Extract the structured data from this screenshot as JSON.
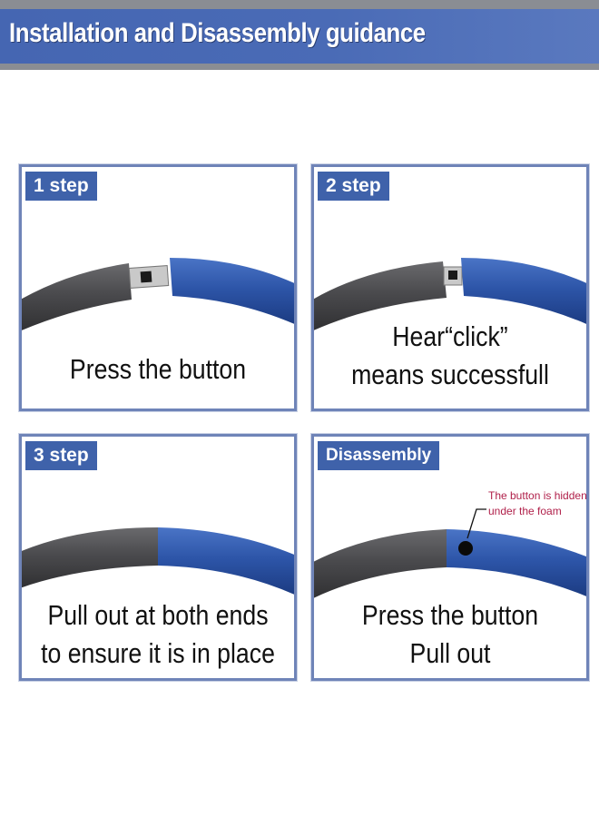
{
  "header": {
    "title": "Installation and Disassembly guidance",
    "colors": {
      "bar": "#4a6bb6",
      "strip": "#8a8d93"
    }
  },
  "panels": [
    {
      "label": "1 step",
      "caption_lines": [
        "Press the button"
      ]
    },
    {
      "label": "2 step",
      "caption_lines": [
        "Hear“click”",
        "means successfull"
      ]
    },
    {
      "label": "3 step",
      "caption_lines": [
        "Pull out at both ends",
        "to ensure it is in place"
      ]
    },
    {
      "label": "Disassembly",
      "caption_lines": [
        "Press the button",
        "Pull out"
      ],
      "note_lines": [
        "The button is hidden",
        "under the foam"
      ]
    }
  ],
  "colors": {
    "label_bg": "#3f62aa",
    "gray_tube": "#4c4c4f",
    "blue_tube": "#2e55a8",
    "note_text": "#b0204a"
  },
  "icons": [
    "push-button-connector-icon"
  ]
}
